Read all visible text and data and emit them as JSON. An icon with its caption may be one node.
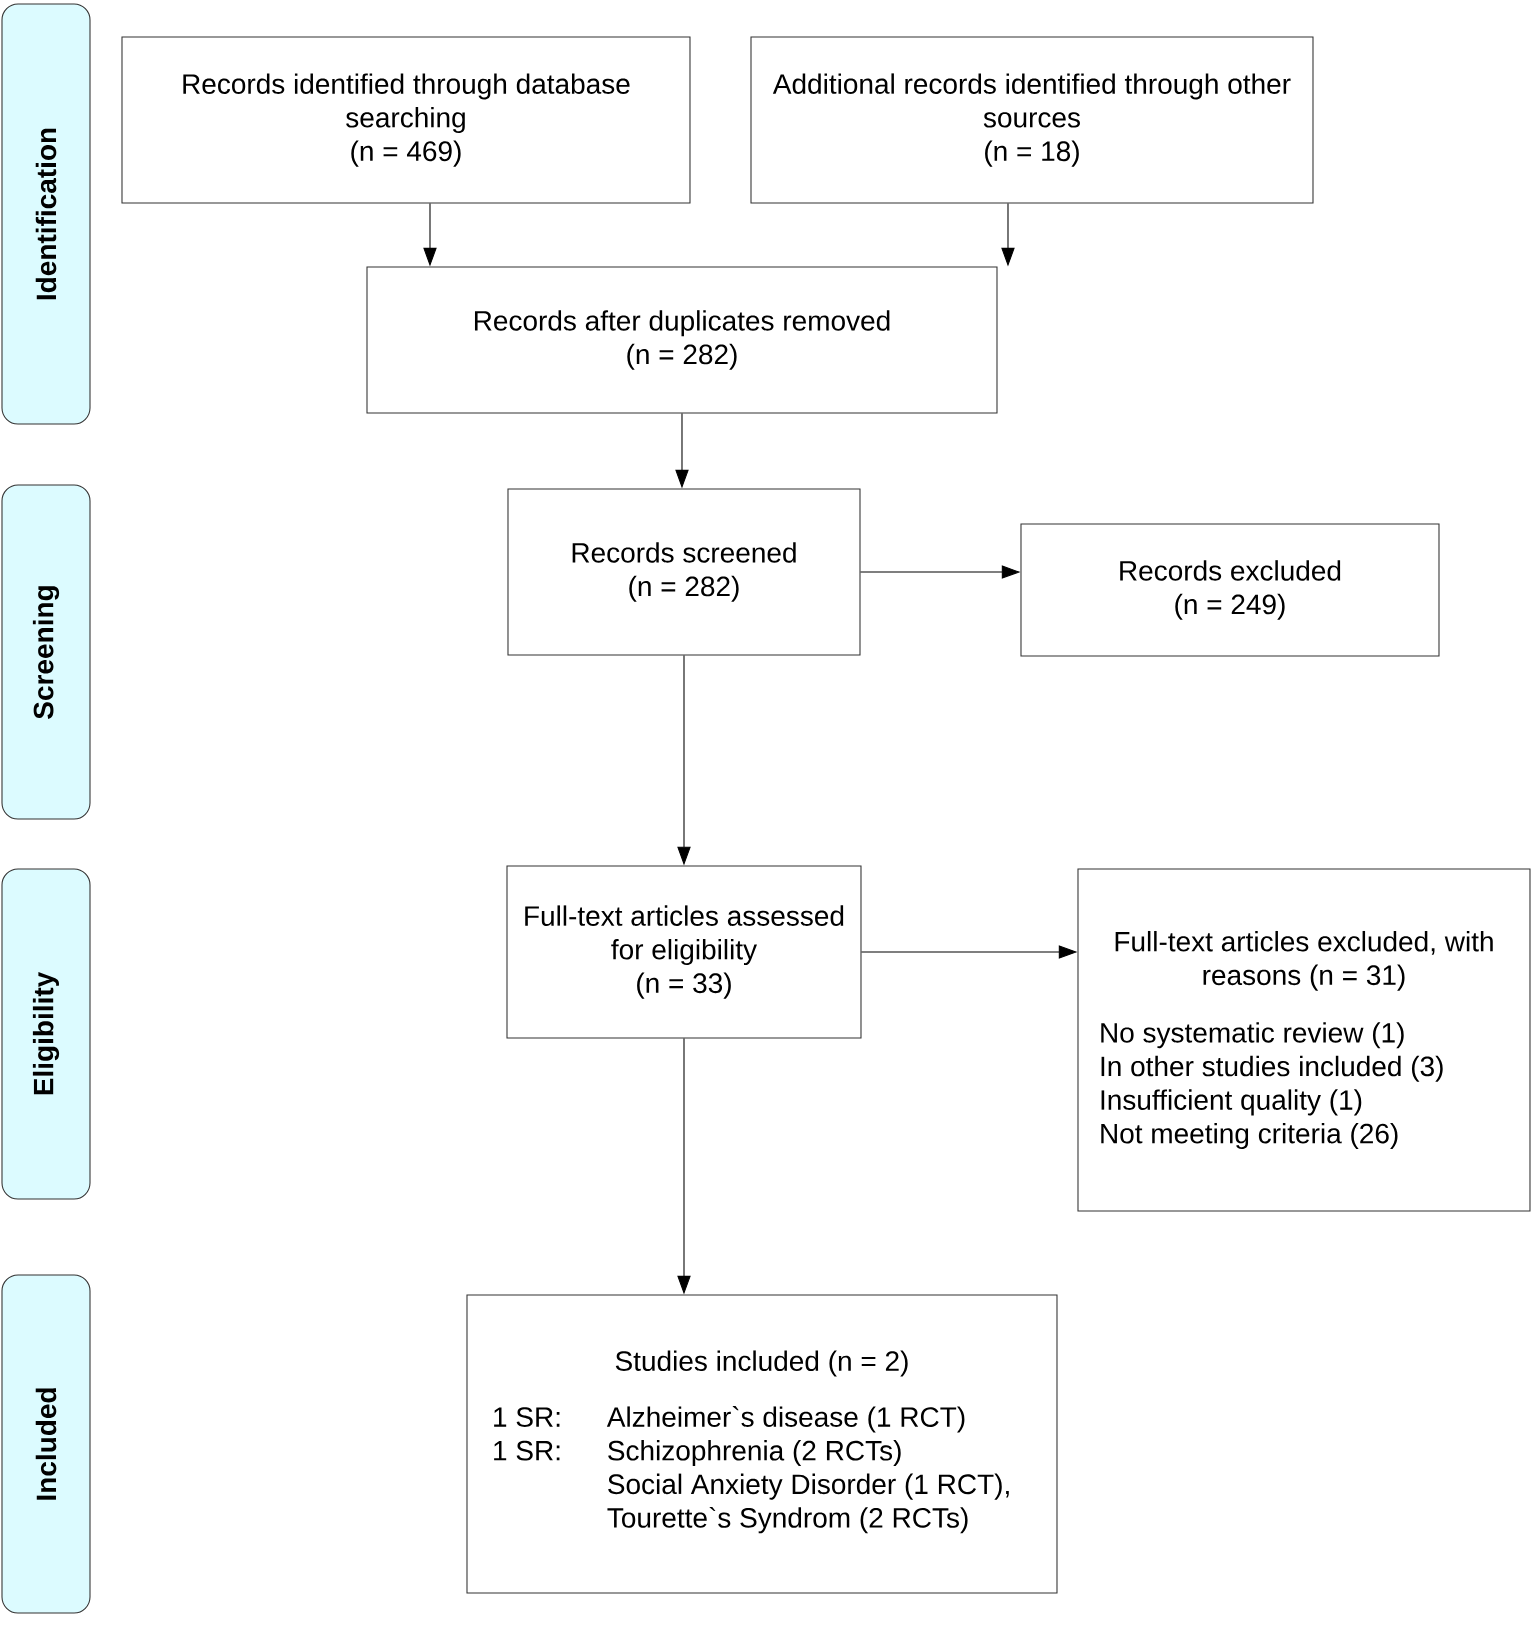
{
  "diagram": {
    "nodes": [
      {
        "text": [
          "Identification"
        ]
      },
      {
        "text": [
          "Screening"
        ]
      },
      {
        "text": [
          "Eligibility"
        ]
      },
      {
        "text": [
          "Included"
        ]
      },
      {
        "text": [
          "Records identified through database searching",
          "(n = 469)"
        ]
      },
      {
        "text": [
          "Additional records identified through other sources",
          "(n = 18)"
        ]
      },
      {
        "text": [
          "Records after duplicates removed",
          "(n = 282)"
        ]
      },
      {
        "text": [
          "Records screened",
          "(n = 282)"
        ]
      },
      {
        "text": [
          "Records excluded",
          "(n = 249)"
        ]
      },
      {
        "text": [
          "Full-text articles assessed for eligibility",
          "(n = 33)"
        ]
      },
      {
        "text": [
          "Full-text articles excluded, with reasons (n = 31)",
          "No systematic review (1)",
          "In other studies included (3)",
          "Insufficient quality (1)",
          "Not meeting criteria (26)"
        ]
      },
      {
        "text": [
          "Studies included (n = 2)",
          "1 SR:",
          "Alzheimer`s disease (1 RCT)",
          "1 SR:",
          "Schizophrenia (2 RCTs)",
          "Social Anxiety Disorder (1 RCT),",
          "Tourette`s Syndrom (2 RCTs)"
        ]
      }
    ],
    "edges": [
      {
        "from": 4,
        "to": 6,
        "arrow": "to"
      },
      {
        "from": 5,
        "to": 6,
        "arrow": "to"
      },
      {
        "from": 6,
        "to": 7,
        "arrow": "to"
      },
      {
        "from": 7,
        "to": 8,
        "arrow": "to"
      },
      {
        "from": 7,
        "to": 9,
        "arrow": "to"
      },
      {
        "from": 9,
        "to": 10,
        "arrow": "to"
      },
      {
        "from": 9,
        "to": 11,
        "arrow": "to"
      }
    ]
  }
}
